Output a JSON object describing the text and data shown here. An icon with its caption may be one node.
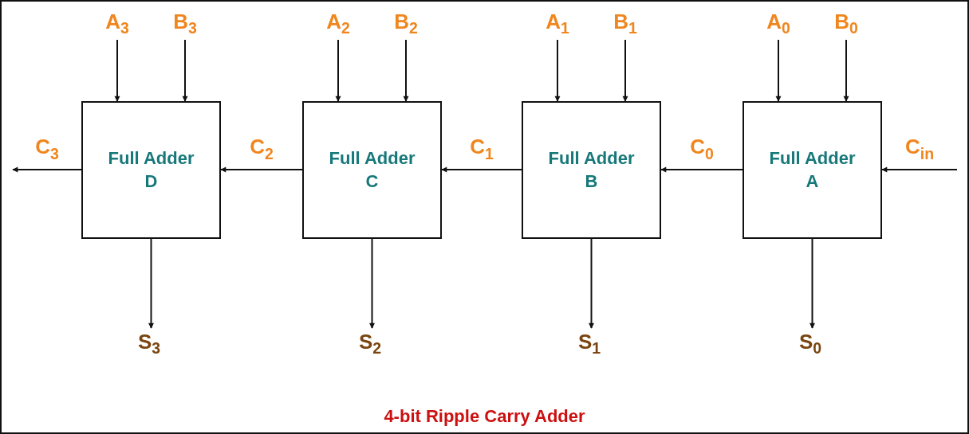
{
  "diagram": {
    "caption": "4-bit Ripple Carry Adder",
    "nodes": [
      {
        "text": [
          "A$_{3}$"
        ]
      },
      {
        "text": [
          "B$_{3}$"
        ]
      },
      {
        "text": [
          "A$_{2}$"
        ]
      },
      {
        "text": [
          "B$_{2}$"
        ]
      },
      {
        "text": [
          "A$_{1}$"
        ]
      },
      {
        "text": [
          "B$_{1}$"
        ]
      },
      {
        "text": [
          "A$_{0}$"
        ]
      },
      {
        "text": [
          "B$_{0}$"
        ]
      },
      {
        "text": [
          "Full Adder D"
        ]
      },
      {
        "text": [
          "Full Adder C"
        ]
      },
      {
        "text": [
          "Full Adder B"
        ]
      },
      {
        "text": [
          "Full Adder A"
        ]
      },
      {
        "text": [
          "S$_{3}$"
        ]
      },
      {
        "text": [
          "S$_{2}$"
        ]
      },
      {
        "text": [
          "S$_{1}$"
        ]
      },
      {
        "text": [
          "S$_{0}$"
        ]
      }
    ],
    "edges": [
      {
        "from": 0,
        "to": 8,
        "arrow": "to"
      },
      {
        "from": 1,
        "to": 8,
        "arrow": "to"
      },
      {
        "from": 2,
        "to": 9,
        "arrow": "to"
      },
      {
        "from": 3,
        "to": 9,
        "arrow": "to"
      },
      {
        "from": 4,
        "to": 10,
        "arrow": "to"
      },
      {
        "from": 5,
        "to": 10,
        "arrow": "to"
      },
      {
        "from": 6,
        "to": 11,
        "arrow": "to"
      },
      {
        "from": 7,
        "to": 11,
        "arrow": "to"
      },
      {
        "from": 11,
        "to": 10,
        "arrow": "to",
        "label": "C$_{0}$"
      },
      {
        "from": 10,
        "to": 9,
        "arrow": "to",
        "label": "C$_{1}$"
      },
      {
        "from": 9,
        "to": 8,
        "arrow": "to",
        "label": "C$_{2}$"
      },
      {
        "from": 8,
        "to": null,
        "arrow": "to",
        "label": "C$_{3}$"
      },
      {
        "from": null,
        "to": 11,
        "arrow": "to",
        "label": "C$_{in}$"
      },
      {
        "from": 8,
        "to": 12,
        "arrow": "to"
      },
      {
        "from": 9,
        "to": 13,
        "arrow": "to"
      },
      {
        "from": 10,
        "to": 14,
        "arrow": "to"
      },
      {
        "from": 11,
        "to": 15,
        "arrow": "to"
      }
    ]
  }
}
